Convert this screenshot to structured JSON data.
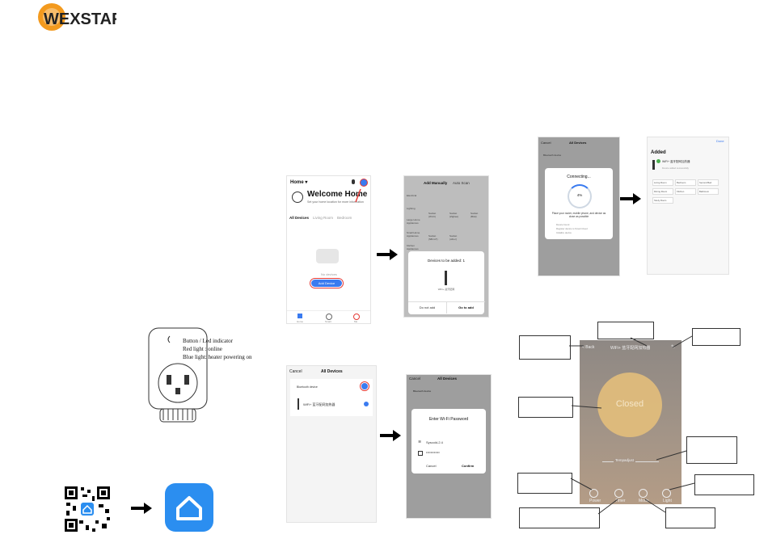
{
  "brand": {
    "name": "WEXSTAR",
    "accent": "#f39a1e"
  },
  "device": {
    "label_title": "Button / Led indicator",
    "label_red": "Red light : online",
    "label_blue": "Blue light: heater powering on"
  },
  "screen1": {
    "home_menu": "Home ▾",
    "title": "Welcome Home",
    "subtitle": "Set your home location for more information",
    "tabs": [
      "All Devices",
      "Living Room",
      "Bedroom"
    ],
    "no_devices": "No devices",
    "add_button": "Add Device",
    "nav": [
      "Home",
      "Smart",
      "Me"
    ],
    "accent": "#3a7bf0",
    "highlight": "#e53935"
  },
  "screen2": {
    "tab_manual": "Add Manually",
    "tab_auto": "Auto Scan",
    "categories": [
      "Electrical",
      "Lighting",
      "Large Home Appliances",
      "Small Home Appliances",
      "Kitchen Appliances"
    ],
    "tiles": [
      "Socket (Wi-Fi)",
      "Socket (Zigbee)",
      "Socket (BLE)",
      "Socket (NB-IoT)",
      "Socket (other)"
    ],
    "dialog_title": "Devices to be added: 1",
    "dialog_device": "WiFi+ 蓝牙配网",
    "cancel": "Do not add",
    "confirm": "Go to add"
  },
  "screen3": {
    "cancel": "Cancel",
    "title": "All Devices",
    "bluetooth": "Bluetooth device",
    "dialog_title": "Connecting...",
    "percent": "4%",
    "instructions": "Place your router, mobile phone, and device as close as possible",
    "steps": [
      "Device found",
      "Register device to Smart Cloud",
      "Initialize device"
    ]
  },
  "screen4": {
    "done": "Done",
    "added": "Added",
    "device_name": "WiFi+ 蓝牙配网加热器",
    "status": "Device added successfully",
    "rooms": [
      "Living Room",
      "Bedroom",
      "Second Bed",
      "Dining Room",
      "Kitchen",
      "Bathroom",
      "Study Room"
    ]
  },
  "screen5": {
    "cancel": "Cancel",
    "title": "All Devices",
    "bluetooth": "Bluetooth device",
    "device": "WiFi+ 蓝牙配网加热器"
  },
  "screen6": {
    "cancel": "Cancel",
    "title": "All Devices",
    "bluetooth": "Bluetooth device",
    "dialog_title": "Enter Wi-Fi Password",
    "ssid": "Syscold-2.4",
    "password": "••••••••••••",
    "cancel_btn": "Cancel",
    "confirm_btn": "Confirm"
  },
  "control": {
    "back": "< Back",
    "title": "WiFi+ 蓝牙配网加热器",
    "status": "Closed",
    "temp_label": "Tempadjust",
    "buttons": [
      "Power",
      "Timer",
      "Mode",
      "Light"
    ],
    "bg_top": "#8e8884",
    "bg_bottom": "#b49c86",
    "circle": "#e8c17a"
  },
  "app": {
    "color": "#2b8ef0"
  }
}
